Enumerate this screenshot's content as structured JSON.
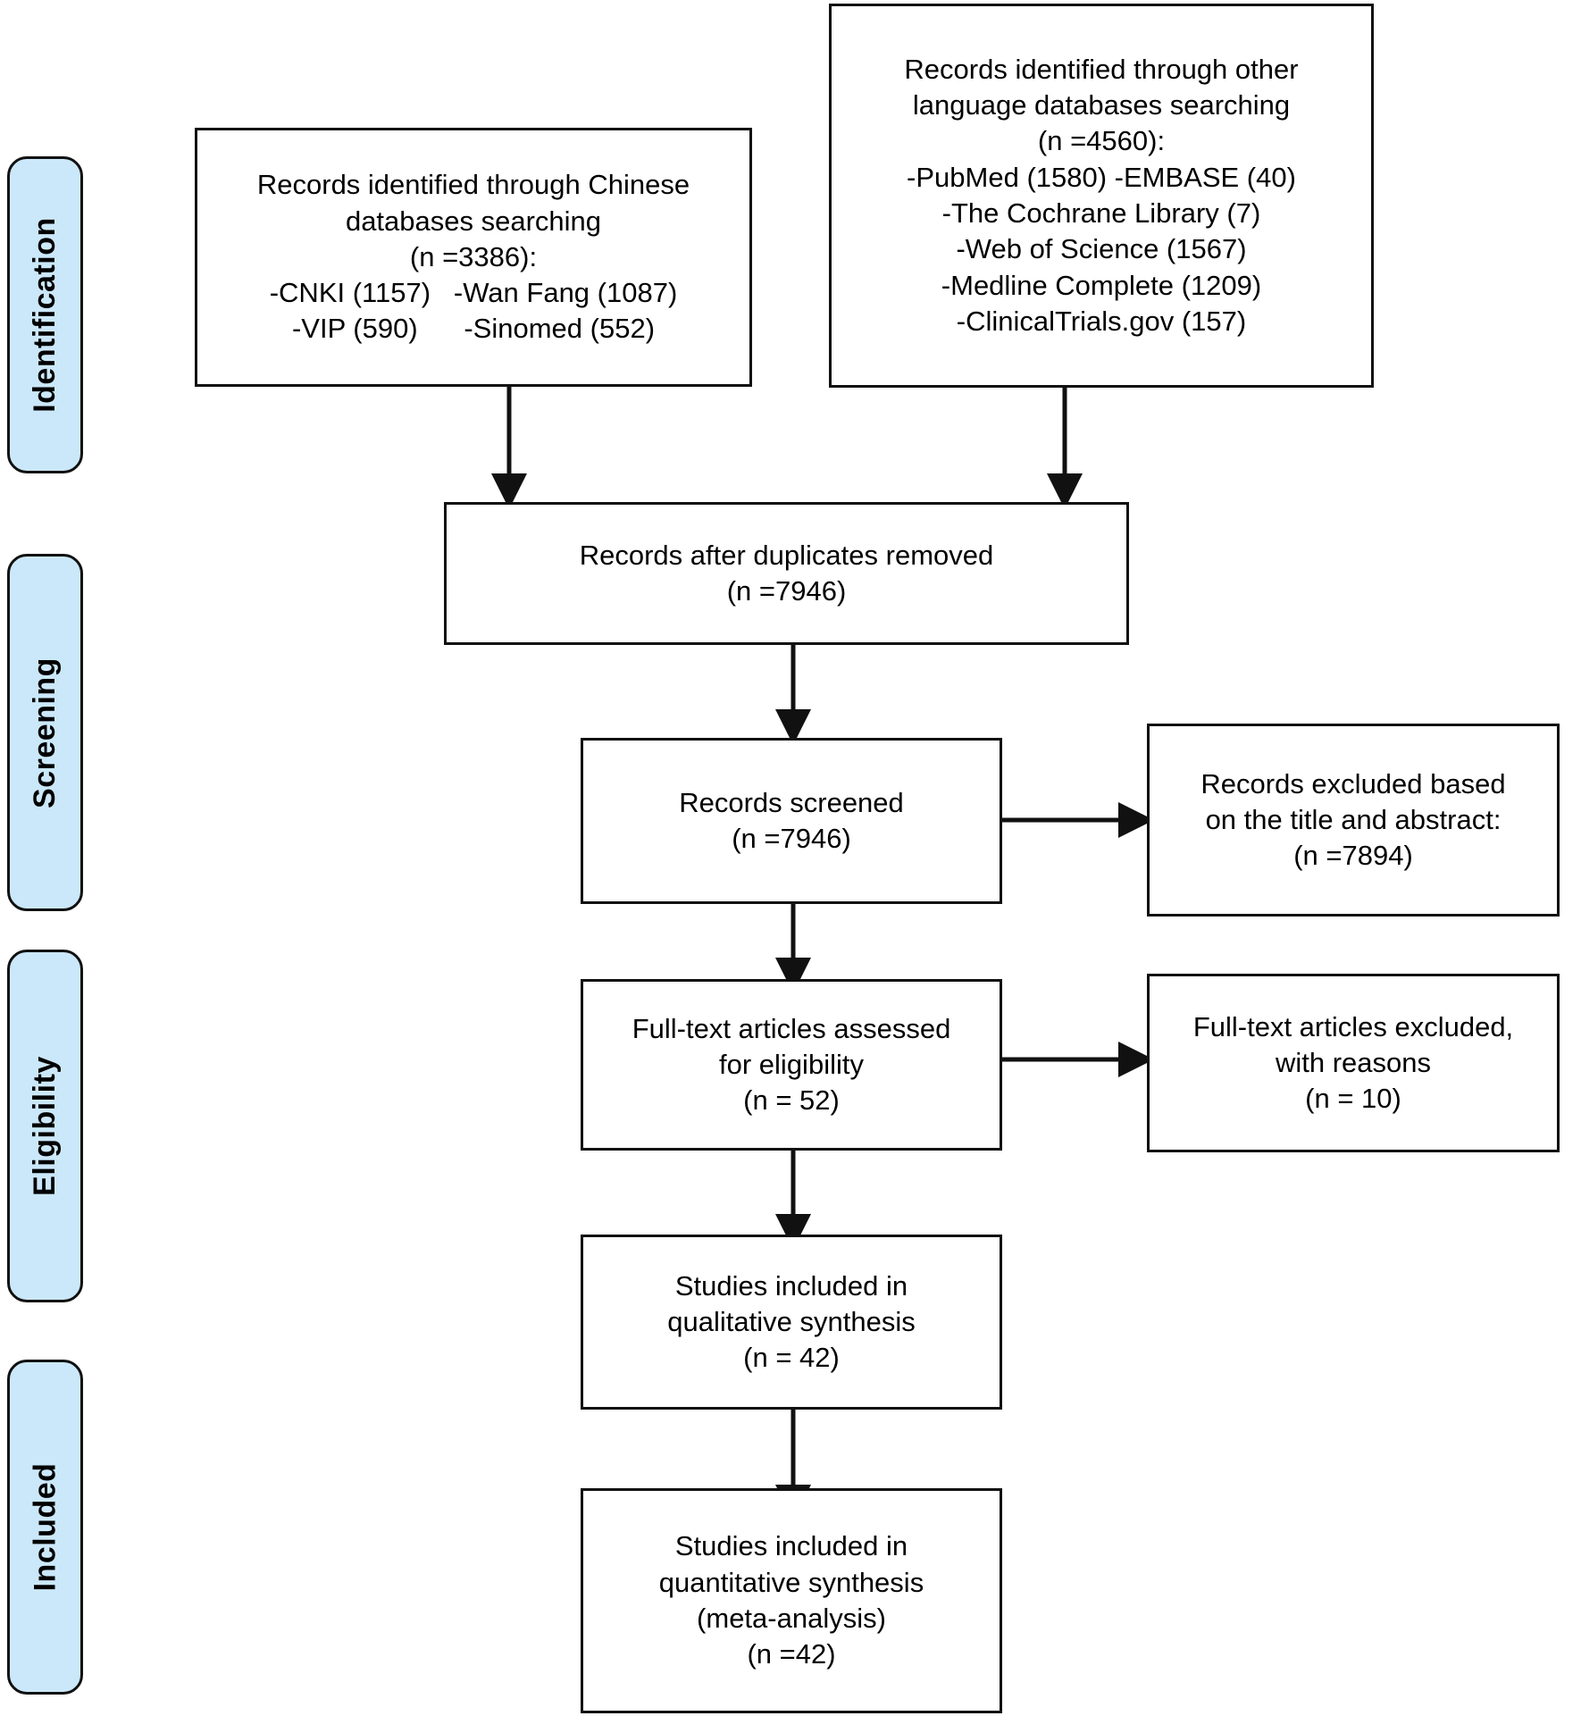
{
  "diagram": {
    "type": "prisma-flow-diagram",
    "title": "PRISMA study selection flow diagram",
    "accent_color": "#cbe8fa",
    "line_color": "#111111",
    "background": "#ffffff"
  },
  "stages": [
    {
      "id": "identification",
      "label": "Identification"
    },
    {
      "id": "screening",
      "label": "Screening"
    },
    {
      "id": "eligibility",
      "label": "Eligibility"
    },
    {
      "id": "included",
      "label": "Included"
    }
  ],
  "boxes": {
    "chinese_databases": {
      "id": "chinese-databases",
      "lines": [
        "Records identified through Chinese",
        "databases searching",
        "(n =3386):",
        "-CNKI (1157)   -Wan Fang (1087)",
        "-VIP (590)      -Sinomed (552)"
      ],
      "total": 3386,
      "sources": [
        {
          "name": "CNKI",
          "count": 1157
        },
        {
          "name": "Wan Fang",
          "count": 1087
        },
        {
          "name": "VIP",
          "count": 590
        },
        {
          "name": "Sinomed",
          "count": 552
        }
      ]
    },
    "other_language_databases": {
      "id": "other-language-databases",
      "lines": [
        "Records identified through other",
        "language databases searching",
        "(n =4560):",
        "-PubMed (1580) -EMBASE (40)",
        "-The Cochrane Library (7)",
        "-Web of Science (1567)",
        "-Medline Complete (1209)",
        "-ClinicalTrials.gov (157)"
      ],
      "total": 4560,
      "sources": [
        {
          "name": "PubMed",
          "count": 1580
        },
        {
          "name": "EMBASE",
          "count": 40
        },
        {
          "name": "The Cochrane Library",
          "count": 7
        },
        {
          "name": "Web of Science",
          "count": 1567
        },
        {
          "name": "Medline Complete",
          "count": 1209
        },
        {
          "name": "ClinicalTrials.gov",
          "count": 157
        }
      ]
    },
    "duplicates_removed": {
      "id": "duplicates-removed",
      "lines": [
        "Records after duplicates removed",
        "(n =7946)"
      ],
      "count": 7946
    },
    "records_screened": {
      "id": "records-screened",
      "lines": [
        "Records screened",
        "(n =7946)"
      ],
      "count": 7946
    },
    "records_excluded": {
      "id": "records-excluded",
      "lines": [
        "Records excluded based",
        "on the title and abstract:",
        "(n =7894)"
      ],
      "count": 7894
    },
    "fulltext_assessed": {
      "id": "fulltext-assessed",
      "lines": [
        "Full-text articles assessed",
        "for eligibility",
        "(n = 52)"
      ],
      "count": 52
    },
    "fulltext_excluded": {
      "id": "fulltext-excluded",
      "lines": [
        "Full-text articles excluded,",
        "with reasons",
        "(n = 10)"
      ],
      "count": 10
    },
    "qualitative_synthesis": {
      "id": "qualitative-synthesis",
      "lines": [
        "Studies included in",
        "qualitative synthesis",
        "(n = 42)"
      ],
      "count": 42
    },
    "quantitative_synthesis": {
      "id": "quantitative-synthesis",
      "lines": [
        "Studies included in",
        "quantitative synthesis",
        "(meta-analysis)",
        "(n =42)"
      ],
      "count": 42
    }
  }
}
